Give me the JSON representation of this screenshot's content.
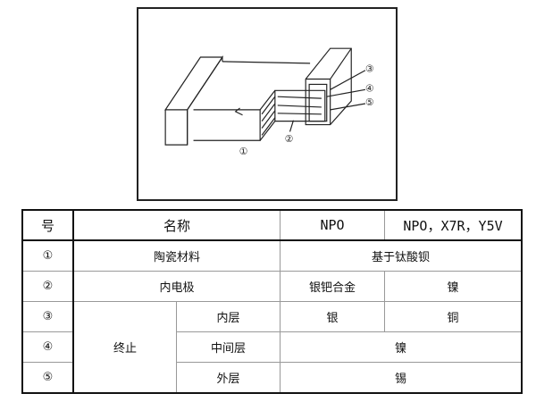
{
  "diagram": {
    "labels": [
      "①",
      "②",
      "③",
      "④",
      "⑤"
    ]
  },
  "table": {
    "header": [
      "号",
      "名称",
      "NPO",
      "NPO，X7R，Y5V"
    ],
    "rows": [
      {
        "no": "①",
        "name": "陶瓷材料",
        "value": "基于钛酸钡"
      },
      {
        "no": "②",
        "name": "内电极",
        "npo": "银钯合金",
        "other": "镍"
      },
      {
        "no": "③",
        "group": "终止",
        "sub": "内层",
        "npo": "银",
        "other": "铜"
      },
      {
        "no": "④",
        "sub": "中间层",
        "value": "镍"
      },
      {
        "no": "⑤",
        "sub": "外层",
        "value": "锡"
      }
    ]
  }
}
